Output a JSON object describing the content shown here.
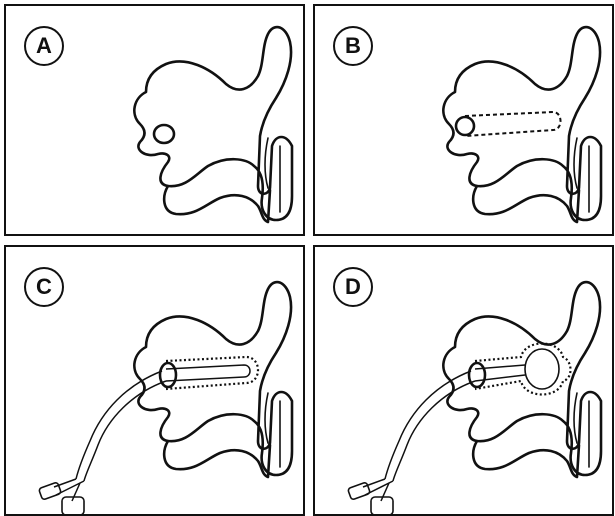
{
  "panels": [
    {
      "label": "A",
      "stage": "defect"
    },
    {
      "label": "B",
      "stage": "tract-outlined"
    },
    {
      "label": "C",
      "stage": "catheter-inserted"
    },
    {
      "label": "D",
      "stage": "balloon-inflated"
    }
  ]
}
